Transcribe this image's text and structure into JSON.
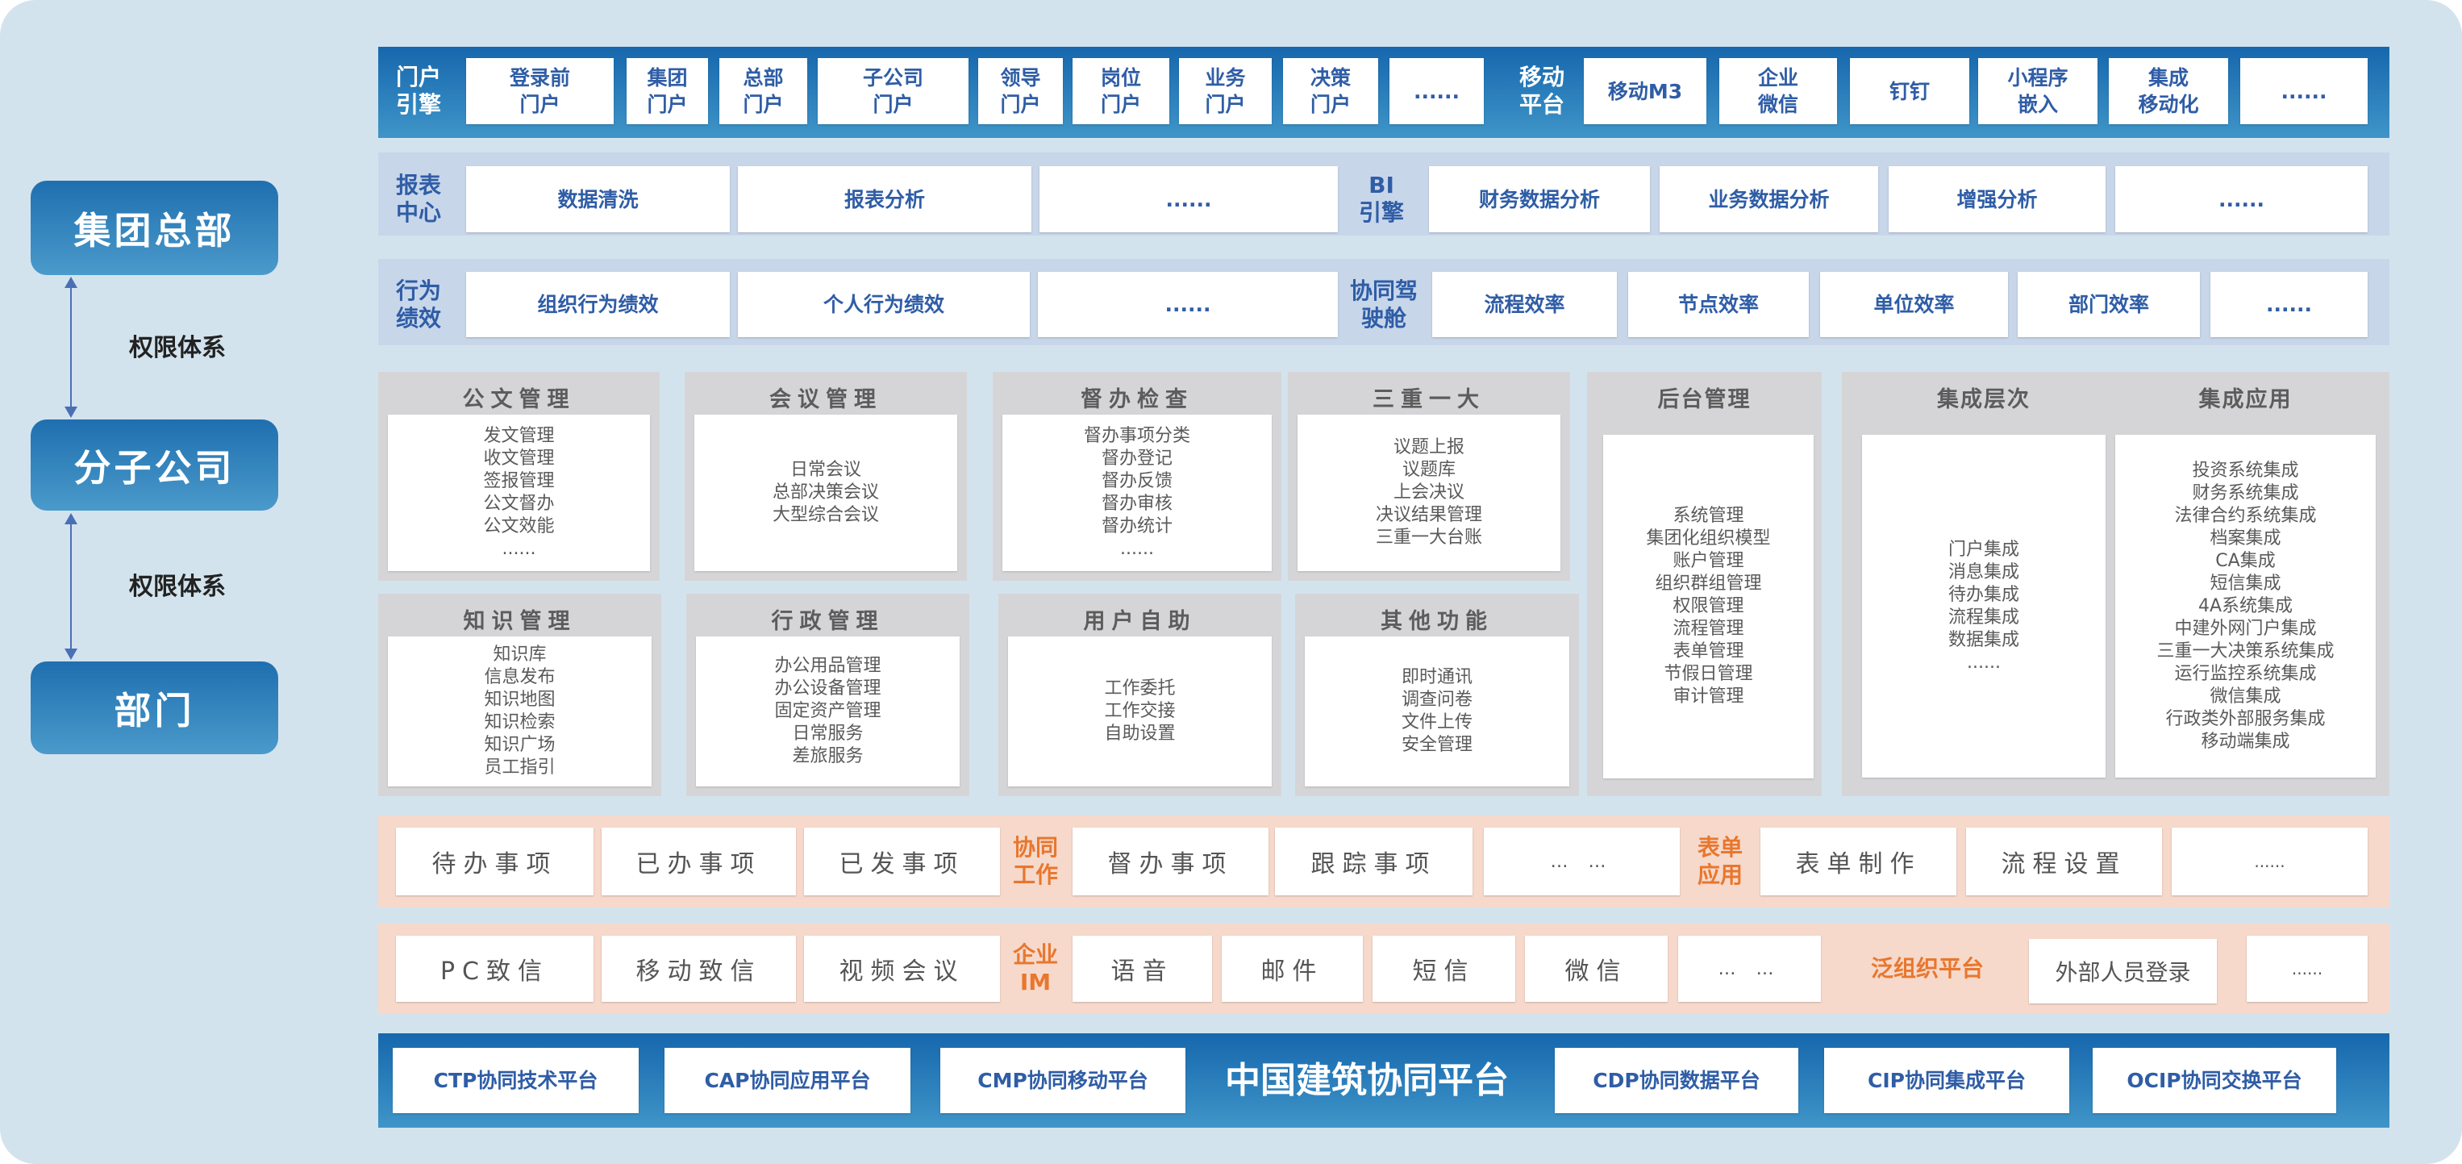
{
  "hierarchy": {
    "levels": [
      "集团总部",
      "分子公司",
      "部门"
    ],
    "relation_labels": [
      "权限体系",
      "权限体系"
    ]
  },
  "portal_engine": {
    "label": "门户\n引擎",
    "items": [
      "登录前\n门户",
      "集团\n门户",
      "总部\n门户",
      "子公司\n门户",
      "领导\n门户",
      "岗位\n门户",
      "业务\n门户",
      "决策\n门户",
      "......"
    ]
  },
  "mobile_platform": {
    "label": "移动\n平台",
    "items": [
      "移动M3",
      "企业\n微信",
      "钉钉",
      "小程序\n嵌入",
      "集成\n移动化",
      "......"
    ]
  },
  "report_center": {
    "label": "报表\n中心",
    "items": [
      "数据清洗",
      "报表分析",
      "......"
    ]
  },
  "bi_engine": {
    "label": "BI\n引擎",
    "items": [
      "财务数据分析",
      "业务数据分析",
      "增强分析",
      "......"
    ]
  },
  "behavior_performance": {
    "label": "行为\n绩效",
    "items": [
      "组织行为绩效",
      "个人行为绩效",
      "......"
    ]
  },
  "cockpit": {
    "label": "协同驾\n驶舱",
    "items": [
      "流程效率",
      "节点效率",
      "单位效率",
      "部门效率",
      "......"
    ]
  },
  "modules": [
    {
      "title": "公文管理",
      "items": [
        "发文管理",
        "收文管理",
        "签报管理",
        "公文督办",
        "公文效能",
        "......"
      ]
    },
    {
      "title": "会议管理",
      "items": [
        "日常会议",
        "总部决策会议",
        "大型综合会议"
      ]
    },
    {
      "title": "督办检查",
      "items": [
        "督办事项分类",
        "督办登记",
        "督办反馈",
        "督办审核",
        "督办统计",
        "......"
      ]
    },
    {
      "title": "三重一大",
      "items": [
        "议题上报",
        "议题库",
        "上会决议",
        "决议结果管理",
        "三重一大台账"
      ]
    },
    {
      "title": "知识管理",
      "items": [
        "知识库",
        "信息发布",
        "知识地图",
        "知识检索",
        "知识广场",
        "员工指引"
      ]
    },
    {
      "title": "行政管理",
      "items": [
        "办公用品管理",
        "办公设备管理",
        "固定资产管理",
        "日常服务",
        "差旅服务"
      ]
    },
    {
      "title": "用户自助",
      "items": [
        "工作委托",
        "工作交接",
        "自助设置"
      ]
    },
    {
      "title": "其他功能",
      "items": [
        "即时通讯",
        "调查问卷",
        "文件上传",
        "安全管理"
      ]
    }
  ],
  "backend": {
    "title": "后台管理",
    "items": [
      "系统管理",
      "集团化组织模型",
      "账户管理",
      "组织群组管理",
      "权限管理",
      "流程管理",
      "表单管理",
      "节假日管理",
      "审计管理"
    ]
  },
  "integration": {
    "levels_title": "集成层次",
    "levels": [
      "门户集成",
      "消息集成",
      "待办集成",
      "流程集成",
      "数据集成",
      "......"
    ],
    "apps_title": "集成应用",
    "apps": [
      "投资系统集成",
      "财务系统集成",
      "法律合约系统集成",
      "档案集成",
      "CA集成",
      "短信集成",
      "4A系统集成",
      "中建外网门户集成",
      "三重一大决策系统集成",
      "运行监控系统集成",
      "微信集成",
      "行政类外部服务集成",
      "移动端集成"
    ]
  },
  "collab_work": {
    "label": "协同\n工作",
    "items": [
      "待办事项",
      "已办事项",
      "已发事项",
      "督办事项",
      "跟踪事项",
      "… …"
    ]
  },
  "form_app": {
    "label": "表单\n应用",
    "items": [
      "表单制作",
      "流程设置",
      "......"
    ]
  },
  "enterprise_im": {
    "label": "企业\nIM",
    "items": [
      "PC致信",
      "移动致信",
      "视频会议",
      "语音",
      "邮件",
      "短信",
      "微信",
      "… …"
    ]
  },
  "pan_org": {
    "label": "泛组织平台",
    "items": [
      "外部人员登录",
      "......"
    ]
  },
  "platform": {
    "title": "中国建筑协同平台",
    "items": [
      "CTP协同技术平台",
      "CAP协同应用平台",
      "CMP协同移动平台",
      "CDP协同数据平台",
      "CIP协同集成平台",
      "OCIP协同交换平台"
    ]
  },
  "colors": {
    "blue_text": "#2f5da6",
    "orange": "#e8772e",
    "pink_bg": "#f6d9cb",
    "panel_bg": "#d3e3ee"
  }
}
